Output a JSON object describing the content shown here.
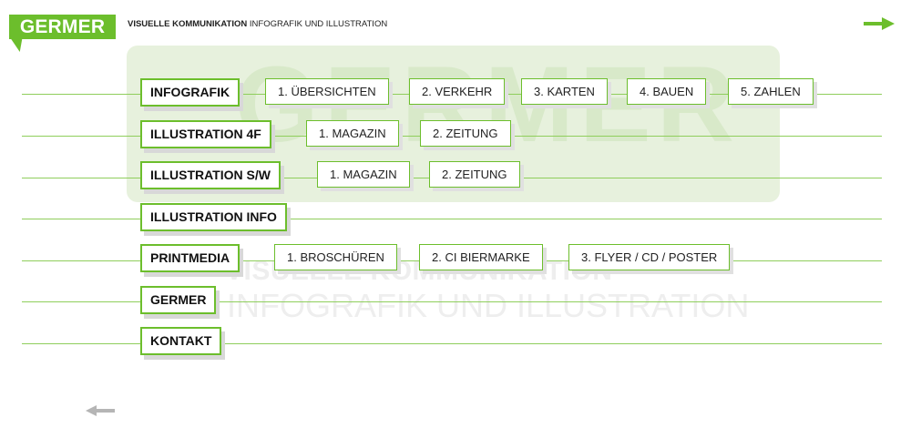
{
  "header": {
    "logo_text": "GERMER",
    "tagline_bold": "VISUELLE KOMMUNIKATION",
    "tagline_rest": "INFOGRAFIK UND ILLUSTRATION",
    "next_icon": "arrow-right-icon",
    "back_icon": "arrow-left-icon"
  },
  "watermark": {
    "word": "GERMER",
    "line1": "VISUELLE KOMMUNIKATION",
    "line2": "INFOGRAFIK UND ILLUSTRATION"
  },
  "colors": {
    "accent": "#6cbe2c",
    "line": "#8fce5c",
    "watermark_bg": "#e7f1dd",
    "arrow_gray": "#b5b5b5"
  },
  "menu": [
    {
      "label": "INFOGRAFIK",
      "items": [
        "1. ÜBERSICHTEN",
        "2. VERKEHR",
        "3. KARTEN",
        "4. BAUEN",
        "5. ZAHLEN"
      ]
    },
    {
      "label": "ILLUSTRATION 4F",
      "items": [
        "1. MAGAZIN",
        "2. ZEITUNG"
      ]
    },
    {
      "label": "ILLUSTRATION S/W",
      "items": [
        "1. MAGAZIN",
        "2. ZEITUNG"
      ]
    },
    {
      "label": "ILLUSTRATION INFO",
      "items": []
    },
    {
      "label": "PRINTMEDIA",
      "items": [
        "1. BROSCHÜREN",
        "2. CI BIERMARKE",
        "3. FLYER / CD / POSTER"
      ]
    },
    {
      "label": "GERMER",
      "items": []
    },
    {
      "label": "KONTAKT",
      "items": []
    }
  ]
}
